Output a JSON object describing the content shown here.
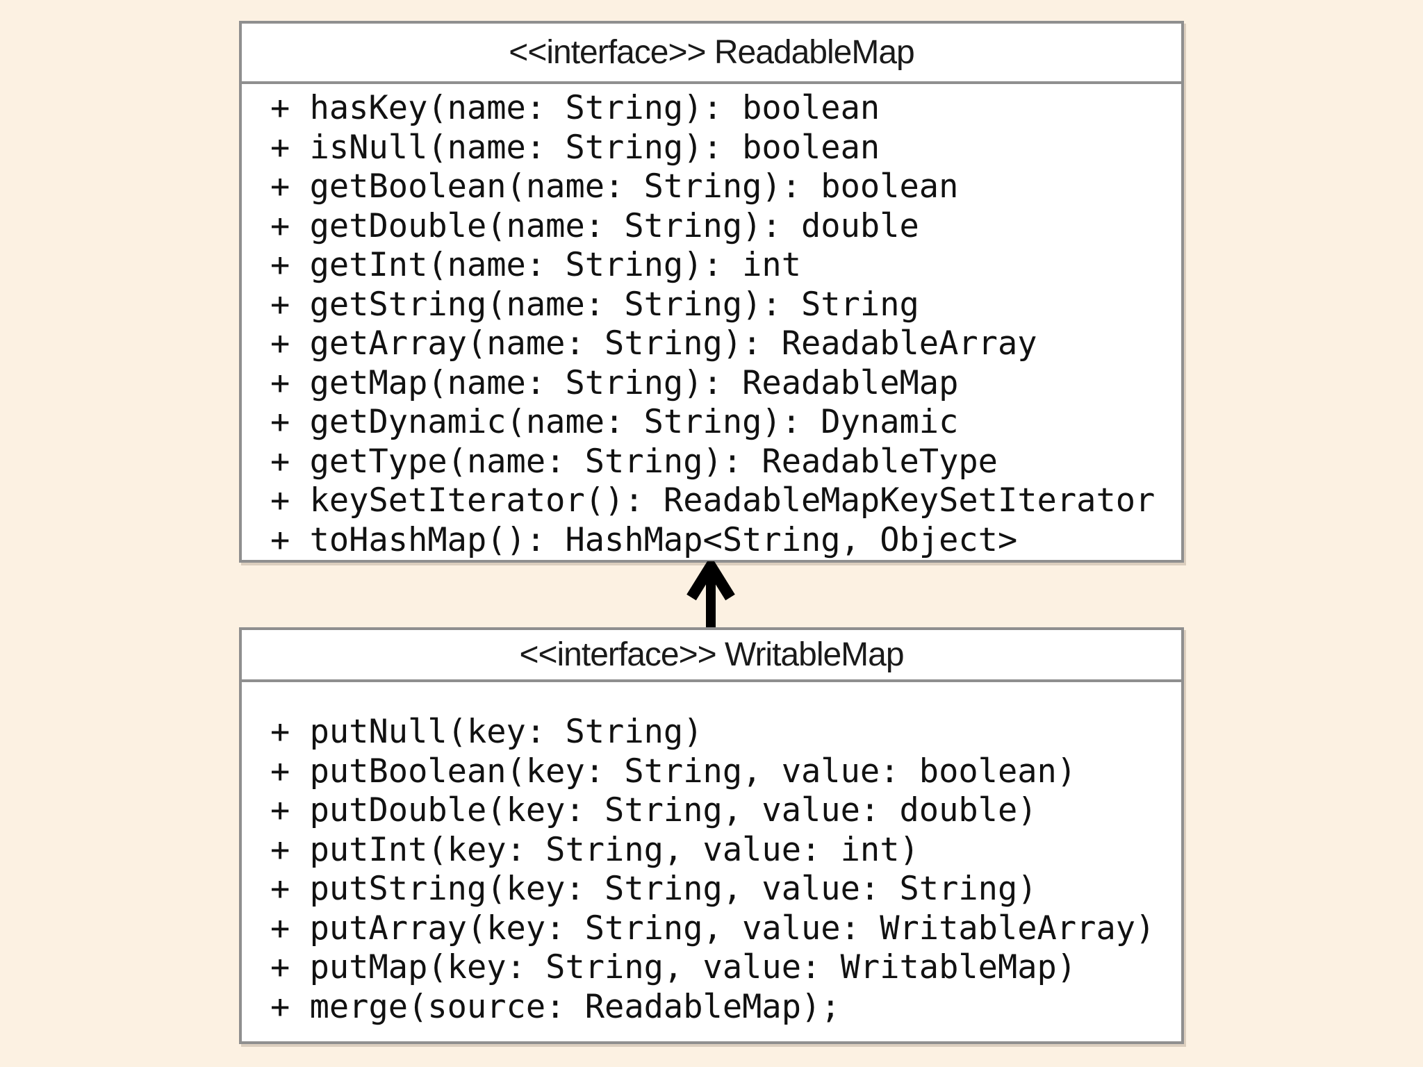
{
  "colors": {
    "background": "#FCF1E2",
    "box_fill": "#FFFFFF",
    "box_border": "#8F8F8F",
    "text": "#111111",
    "arrow": "#000000"
  },
  "diagram": {
    "classes": [
      {
        "id": "readable-map",
        "title": "<<interface>> ReadableMap",
        "members": [
          "+ hasKey(name: String): boolean",
          "+ isNull(name: String): boolean",
          "+ getBoolean(name: String): boolean",
          "+ getDouble(name: String): double",
          "+ getInt(name: String): int",
          "+ getString(name: String): String",
          "+ getArray(name: String): ReadableArray",
          "+ getMap(name: String): ReadableMap",
          "+ getDynamic(name: String): Dynamic",
          "+ getType(name: String): ReadableType",
          "+ keySetIterator(): ReadableMapKeySetIterator",
          "+ toHashMap(): HashMap<String, Object>"
        ]
      },
      {
        "id": "writable-map",
        "title": "<<interface>> WritableMap",
        "members": [
          "+ putNull(key: String)",
          "+ putBoolean(key: String, value: boolean)",
          "+ putDouble(key: String, value: double)",
          "+ putInt(key: String, value: int)",
          "+ putString(key: String, value: String)",
          "+ putArray(key: String, value: WritableArray)",
          "+ putMap(key: String, value: WritableMap)",
          "+ merge(source: ReadableMap);"
        ]
      }
    ],
    "relationships": [
      {
        "from": "writable-map",
        "to": "readable-map",
        "type": "extends",
        "direction": "up"
      }
    ]
  }
}
